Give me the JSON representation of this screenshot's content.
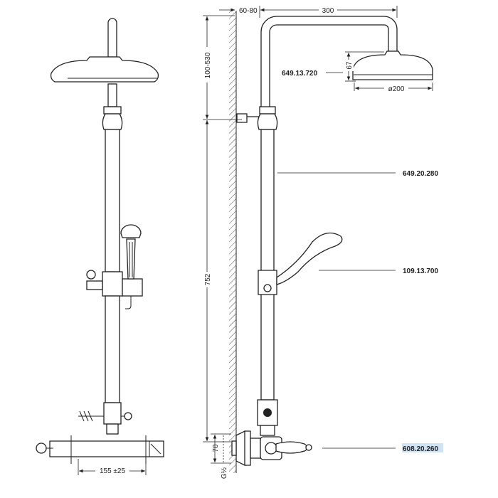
{
  "dimensions": {
    "wall_offset": "60-80",
    "arm_length": "300",
    "head_height_range": "100-530",
    "head_height": "67",
    "head_diameter": "ø200",
    "riser_length": "752",
    "inlet_spacing": "70",
    "thread": "G½",
    "inlet_centers": "155 ±25"
  },
  "part_codes": {
    "shower_head": "649.13.720",
    "riser_pipe": "649.20.280",
    "hand_shower": "109.13.700",
    "mixer": "608.20.260"
  },
  "colors": {
    "line": "#222222",
    "highlight": "#cfe3f5"
  }
}
